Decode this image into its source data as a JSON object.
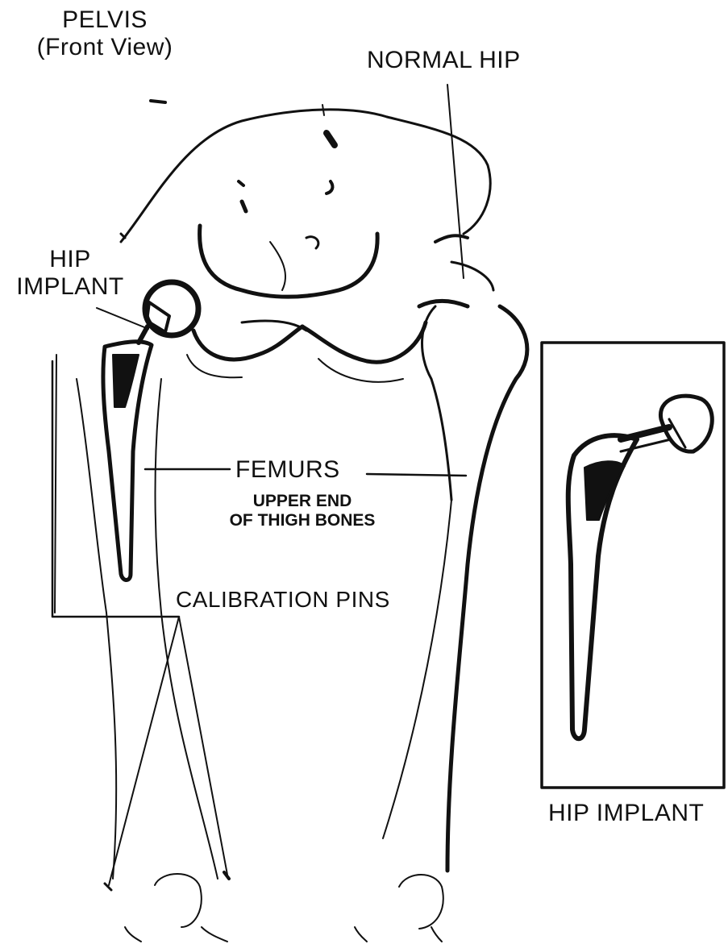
{
  "labels": {
    "pelvis_line1": "PELVIS",
    "pelvis_line2": "(Front View)",
    "normal_hip": "NORMAL HIP",
    "hip_implant_line1": "HIP",
    "hip_implant_line2": "IMPLANT",
    "femurs": "FEMURS",
    "femurs_sub_line1": "UPPER END",
    "femurs_sub_line2": "OF THIGH BONES",
    "calibration_pins": "CALIBRATION PINS",
    "inset_caption": "HIP IMPLANT"
  },
  "colors": {
    "ink": "#111111",
    "background": "#ffffff"
  }
}
